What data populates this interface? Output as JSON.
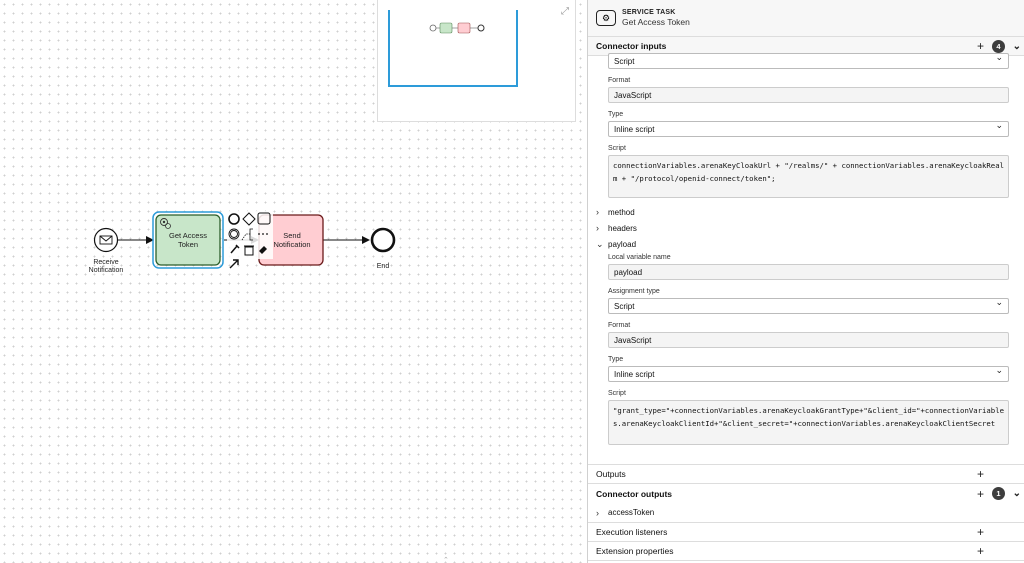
{
  "diagram": {
    "start_event_label_line1": "Receive",
    "start_event_label_line2": "Notification",
    "task1_label_line1": "Get Access",
    "task1_label_line2": "Token",
    "task2_label_line1": "Send",
    "task2_label_line2": "Notification",
    "end_event_label": "End",
    "task1_color": "#c8e6c9",
    "task2_color": "#ffcdd2",
    "selection_color": "#2d9bd9"
  },
  "panel": {
    "header": {
      "type": "SERVICE TASK",
      "name": "Get Access Token",
      "icon": "gear-icon"
    },
    "connector_inputs": {
      "title": "Connector inputs",
      "count": "4",
      "top_select_value": "Script",
      "format_label": "Format",
      "format_value": "JavaScript",
      "type_label": "Type",
      "type_value": "Inline script",
      "script_label": "Script",
      "script_value": "connectionVariables.arenaKeyCloakUrl + \"/realms/\" + connectionVariables.arenaKeycloakRealm + \"/protocol/openid-connect/token\";",
      "items": [
        "method",
        "headers",
        "payload"
      ],
      "payload": {
        "local_variable_label": "Local variable name",
        "local_variable_value": "payload",
        "assignment_label": "Assignment type",
        "assignment_value": "Script",
        "format_label": "Format",
        "format_value": "JavaScript",
        "type_label": "Type",
        "type_value": "Inline script",
        "script_label": "Script",
        "script_value": "\"grant_type=\"+connectionVariables.arenaKeycloakGrantType+\"&client_id=\"+connectionVariables.arenaKeycloakClientId+\"&client_secret=\"+connectionVariables.arenaKeycloakClientSecret"
      }
    },
    "outputs": {
      "title": "Outputs"
    },
    "connector_outputs": {
      "title": "Connector outputs",
      "count": "1",
      "items": [
        "accessToken"
      ]
    },
    "execution_listeners": {
      "title": "Execution listeners"
    },
    "extension_properties": {
      "title": "Extension properties"
    }
  }
}
